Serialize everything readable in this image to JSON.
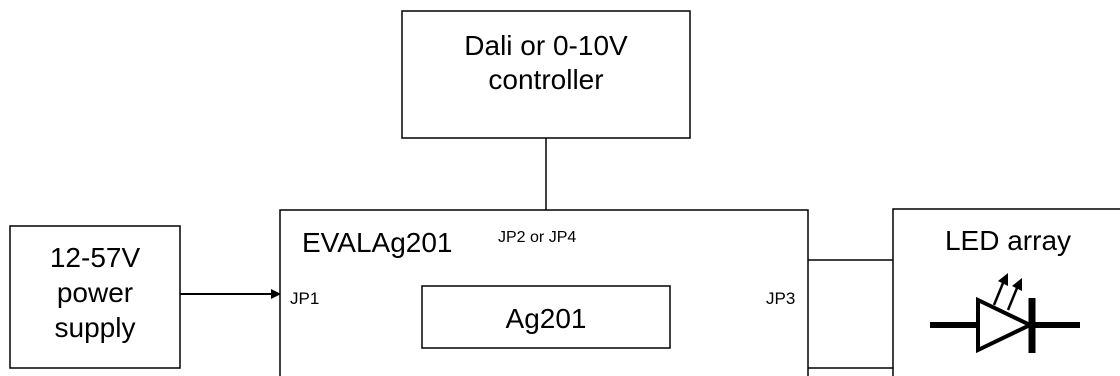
{
  "controller": {
    "line1": "Dali or 0-10V",
    "line2": "controller"
  },
  "power": {
    "line1": "12-57V",
    "line2": "power",
    "line3": "supply"
  },
  "board": {
    "title": "EVALAg201",
    "jp_top": "JP2 or JP4",
    "jp_left": "JP1",
    "jp_right": "JP3",
    "chip": "Ag201"
  },
  "led": {
    "title": "LED array",
    "icon": "led-diode-icon"
  }
}
